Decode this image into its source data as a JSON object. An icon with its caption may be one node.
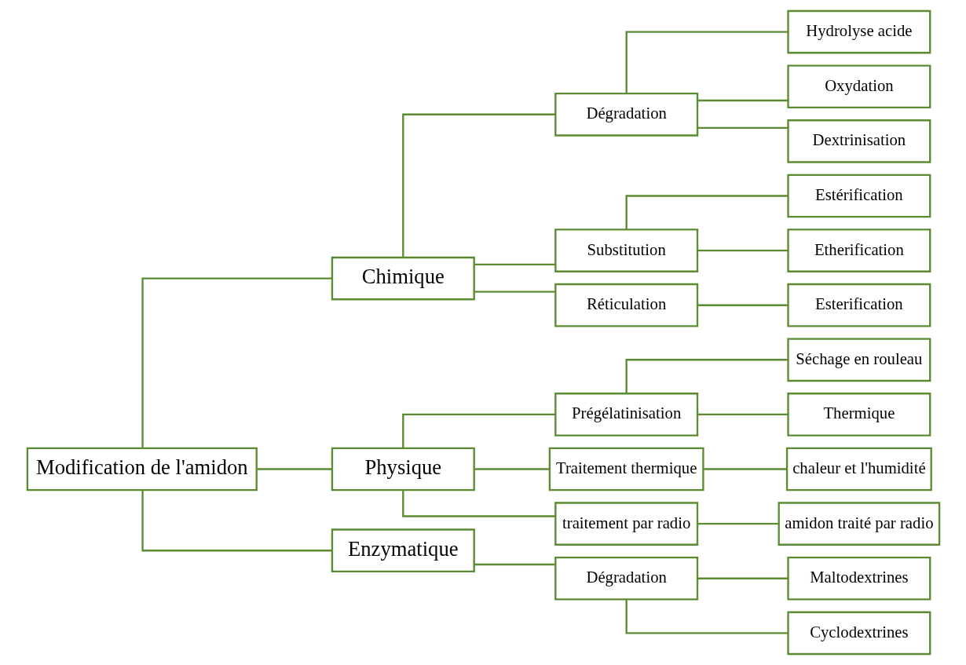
{
  "diagram": {
    "nodes": [
      {
        "text": [
          "Modification de l'amidon"
        ]
      },
      {
        "text": [
          "Chimique"
        ]
      },
      {
        "text": [
          "Dégradation"
        ]
      },
      {
        "text": [
          "Hydrolyse acide"
        ]
      },
      {
        "text": [
          "Oxydation"
        ]
      },
      {
        "text": [
          "Dextrinisation"
        ]
      },
      {
        "text": [
          "Substitution"
        ]
      },
      {
        "text": [
          "Estérification"
        ]
      },
      {
        "text": [
          "Etherification"
        ]
      },
      {
        "text": [
          "Réticulation"
        ]
      },
      {
        "text": [
          "Esterification"
        ]
      },
      {
        "text": [
          "Physique"
        ]
      },
      {
        "text": [
          "Prégélatinisation"
        ]
      },
      {
        "text": [
          "Séchage en rouleau"
        ]
      },
      {
        "text": [
          "Thermique"
        ]
      },
      {
        "text": [
          "Traitement thermique"
        ]
      },
      {
        "text": [
          "chaleur et l'humidité"
        ]
      },
      {
        "text": [
          "traitement par radio"
        ]
      },
      {
        "text": [
          "amidon traité par radio"
        ]
      },
      {
        "text": [
          "Enzymatique"
        ]
      },
      {
        "text": [
          "Dégradation"
        ]
      },
      {
        "text": [
          "Maltodextrines"
        ]
      },
      {
        "text": [
          "Cyclodextrines"
        ]
      }
    ],
    "edges": [
      {
        "from": 0,
        "to": 1,
        "arrow": "none"
      },
      {
        "from": 1,
        "to": 2,
        "arrow": "none"
      },
      {
        "from": 2,
        "to": 3,
        "arrow": "none"
      },
      {
        "from": 2,
        "to": 4,
        "arrow": "none"
      },
      {
        "from": 2,
        "to": 5,
        "arrow": "none"
      },
      {
        "from": 1,
        "to": 6,
        "arrow": "none"
      },
      {
        "from": 6,
        "to": 7,
        "arrow": "none"
      },
      {
        "from": 6,
        "to": 8,
        "arrow": "none"
      },
      {
        "from": 1,
        "to": 9,
        "arrow": "none"
      },
      {
        "from": 9,
        "to": 10,
        "arrow": "none"
      },
      {
        "from": 0,
        "to": 11,
        "arrow": "none"
      },
      {
        "from": 11,
        "to": 12,
        "arrow": "none"
      },
      {
        "from": 12,
        "to": 13,
        "arrow": "none"
      },
      {
        "from": 12,
        "to": 14,
        "arrow": "none"
      },
      {
        "from": 11,
        "to": 15,
        "arrow": "none"
      },
      {
        "from": 15,
        "to": 16,
        "arrow": "none"
      },
      {
        "from": 11,
        "to": 17,
        "arrow": "none"
      },
      {
        "from": 17,
        "to": 18,
        "arrow": "none"
      },
      {
        "from": 0,
        "to": 19,
        "arrow": "none"
      },
      {
        "from": 19,
        "to": 20,
        "arrow": "none"
      },
      {
        "from": 20,
        "to": 21,
        "arrow": "none"
      },
      {
        "from": 20,
        "to": 22,
        "arrow": "none"
      }
    ]
  }
}
